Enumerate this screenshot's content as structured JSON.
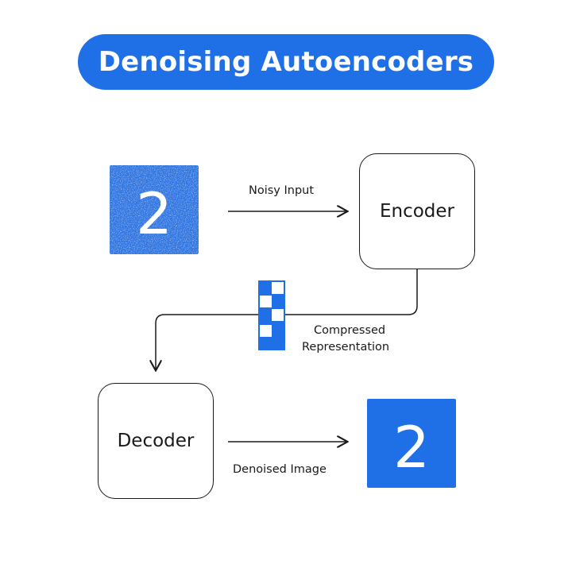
{
  "title": "Denoising Autoencoders",
  "nodes": {
    "encoder": "Encoder",
    "decoder": "Decoder"
  },
  "edges": {
    "noisy_input": "Noisy Input",
    "compressed_line1": "Compressed",
    "compressed_line2": "Representation",
    "denoised_image": "Denoised Image"
  },
  "images": {
    "noisy_digit": "2",
    "clean_digit": "2"
  },
  "colors": {
    "accent": "#1f6fe6",
    "line": "#1a1a1a",
    "background": "#ffffff"
  }
}
